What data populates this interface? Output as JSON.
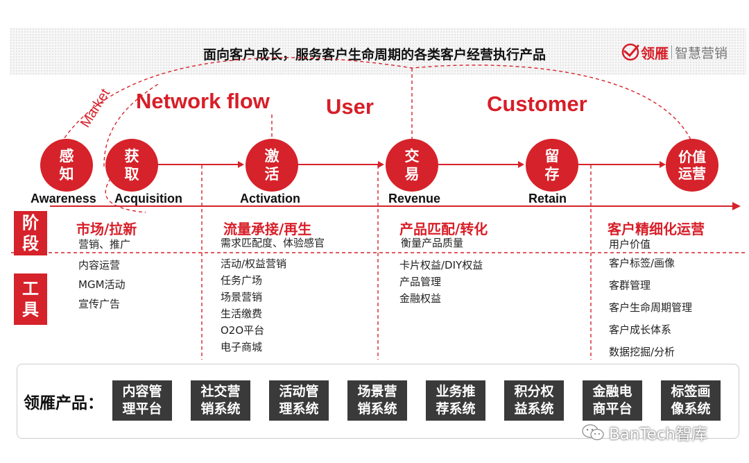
{
  "header": {
    "title": "面向客户成长，服务客户生命周期的各类客户经营执行产品"
  },
  "logo": {
    "brand": "领雁",
    "sub": "智慧营销",
    "mark_icon": "check-swoosh-icon"
  },
  "flow_labels": {
    "network": "Network flow",
    "user": "User",
    "customer": "Customer",
    "market": "Market"
  },
  "stages": [
    {
      "cn": "感\n知",
      "en": "Awareness"
    },
    {
      "cn": "获\n取",
      "en": "Acquisition"
    },
    {
      "cn": "激\n活",
      "en": "Activation"
    },
    {
      "cn": "交\n易",
      "en": "Revenue"
    },
    {
      "cn": "留\n存",
      "en": "Retain"
    },
    {
      "cn": "价值\n运营",
      "en": ""
    }
  ],
  "side_labels": {
    "phase": "阶\n段",
    "tools": "工\n具"
  },
  "columns": [
    {
      "title": "市场/拉新",
      "phase_items": [
        "营销、推广"
      ],
      "tool_items": [
        "内容运营",
        "MGM活动",
        "宣传广告"
      ]
    },
    {
      "title": "流量承接/再生",
      "phase_items": [
        "需求匹配度、体验感官"
      ],
      "tool_items": [
        "活动/权益营销",
        "任务广场",
        "场景营销",
        "生活缴费",
        "O2O平台",
        "电子商城"
      ]
    },
    {
      "title": "产品匹配/转化",
      "phase_items": [
        "衡量产品质量"
      ],
      "tool_items": [
        "卡片权益/DIY权益",
        " 产品管理",
        "金融权益"
      ]
    },
    {
      "title": "客户精细化运营",
      "phase_items": [
        "用户价值"
      ],
      "tool_items": [
        "客户标签/画像",
        "客群管理",
        "客户生命周期管理",
        "客户成长体系",
        "数据挖掘/分析"
      ]
    }
  ],
  "products": {
    "label": "领雁产品：",
    "items": [
      "内容管\n理平台",
      "社交营\n销系统",
      "活动管\n理系统",
      "场景营\n销系统",
      "业务推\n荐系统",
      "积分权\n益系统",
      "金融电\n商平台",
      "标签画\n像系统"
    ]
  },
  "watermark": {
    "text": "BanTech智库",
    "icon": "wechat-icon"
  },
  "colors": {
    "accent": "#d6222a",
    "dark_box": "#3a3a3a"
  }
}
